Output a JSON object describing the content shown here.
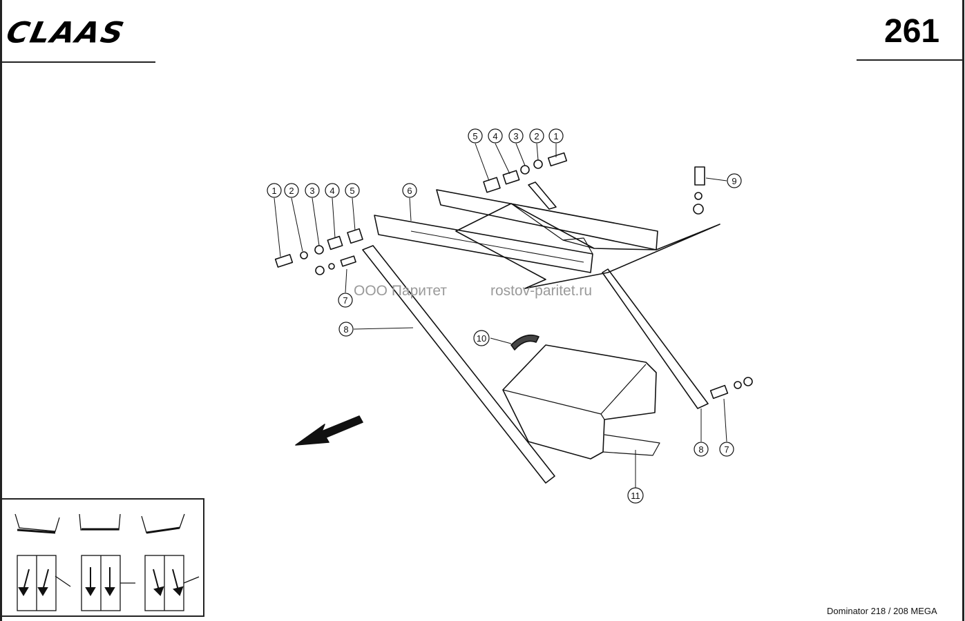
{
  "header": {
    "brand_logo": "CLAAS",
    "page_number": "261"
  },
  "watermark": {
    "company": "ООО Паритет",
    "site": "rostov-paritet.ru"
  },
  "footer": {
    "model": "Dominator 218 / 208 MEGA"
  },
  "callouts": [
    {
      "label": "1"
    },
    {
      "label": "2"
    },
    {
      "label": "3"
    },
    {
      "label": "4"
    },
    {
      "label": "5"
    },
    {
      "label": "5"
    },
    {
      "label": "4"
    },
    {
      "label": "3"
    },
    {
      "label": "2"
    },
    {
      "label": "1"
    },
    {
      "label": "6"
    },
    {
      "label": "9"
    },
    {
      "label": "7"
    },
    {
      "label": "8"
    },
    {
      "label": "10"
    },
    {
      "label": "11"
    },
    {
      "label": "8"
    },
    {
      "label": "7"
    }
  ],
  "colors": {
    "line": "#111111",
    "watermark": "#9a9a9a"
  }
}
